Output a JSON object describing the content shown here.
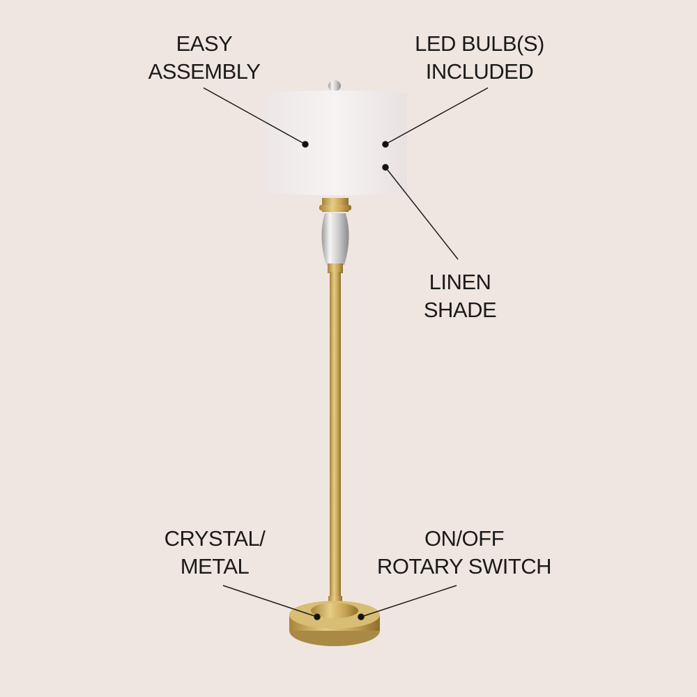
{
  "colors": {
    "background": "#efe6e1",
    "brass": "#c9a656",
    "shade": "#f3eeee",
    "text": "#1a1a1a"
  },
  "callouts": [
    {
      "id": "easy-assembly",
      "lines": [
        "EASY",
        "ASSEMBLY"
      ]
    },
    {
      "id": "led-bulbs",
      "lines": [
        "LED BULB(S)",
        "INCLUDED"
      ]
    },
    {
      "id": "linen-shade",
      "lines": [
        "LINEN",
        "SHADE"
      ]
    },
    {
      "id": "crystal-metal",
      "lines": [
        "CRYSTAL/",
        "METAL"
      ]
    },
    {
      "id": "rotary-switch",
      "lines": [
        "ON/OFF",
        "ROTARY SWITCH"
      ]
    }
  ]
}
